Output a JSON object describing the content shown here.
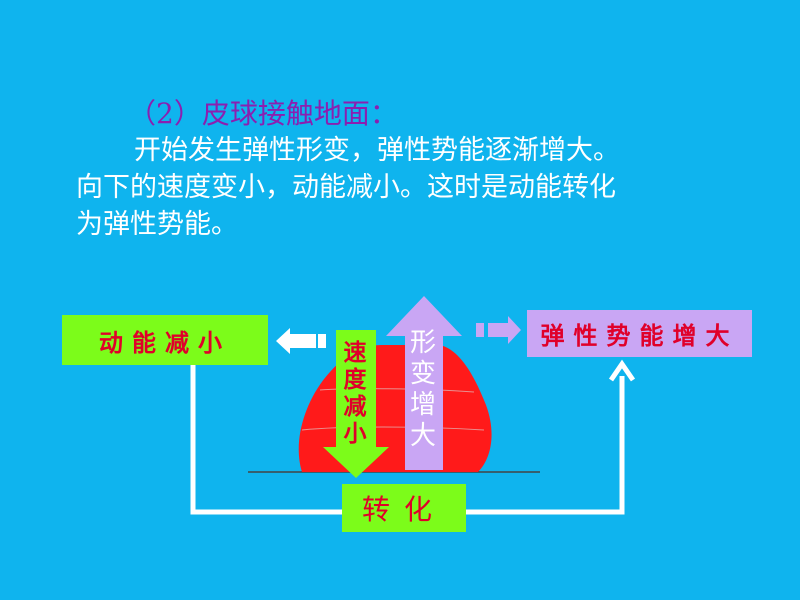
{
  "heading": "（2）皮球接触地面：",
  "paragraph": {
    "line1": "开始发生弹性形变，弹性势能逐渐增大。",
    "line2": "向下的速度变小，动能减小。这时是动能转化",
    "line3": "为弹性势能。"
  },
  "diagram": {
    "left_box": "动能减小",
    "right_box": "弹性势能增大",
    "bottom_box": "转化",
    "down_arrow_chars": [
      "速",
      "度",
      "减",
      "小"
    ],
    "up_arrow_chars": [
      "形",
      "变",
      "增",
      "大"
    ]
  },
  "colors": {
    "background": "#0FB4EE",
    "heading": "#8B1FB0",
    "green_box": "#7CFC1A",
    "purple_box": "#C9A6F4",
    "red_text": "#E0002A",
    "ball": "#FF1A1A"
  }
}
